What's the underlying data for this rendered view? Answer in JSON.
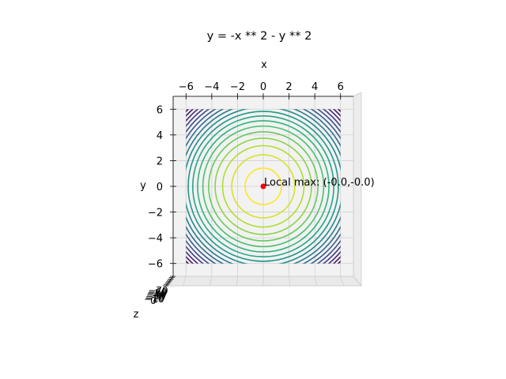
{
  "chart_data": {
    "type": "contour",
    "title": "y = -x ** 2 - y ** 2",
    "xlabel": "x",
    "ylabel": "y",
    "zlabel": "z",
    "xlim": [
      -7,
      7
    ],
    "ylim": [
      -7,
      7
    ],
    "xticks": [
      "−6",
      "−4",
      "−2",
      "0",
      "2",
      "4",
      "6"
    ],
    "yticks": [
      "−6",
      "−4",
      "−2",
      "0",
      "2",
      "4",
      "6"
    ],
    "xtick_values": [
      -6,
      -4,
      -2,
      0,
      2,
      4,
      6
    ],
    "ytick_values": [
      -6,
      -4,
      -2,
      0,
      2,
      4,
      6
    ],
    "ztick_labels": [
      "−70",
      "−60",
      "−50",
      "−40",
      "−30",
      "−20",
      "−10",
      "0"
    ],
    "function": "-x**2 - y**2",
    "domain": [
      -6,
      6
    ],
    "contour_levels": [
      -70,
      -66,
      -62,
      -58,
      -54,
      -50,
      -46,
      -42,
      -38,
      -34,
      -30,
      -26,
      -22,
      -18,
      -14,
      -10,
      -6,
      -2
    ],
    "colormap": "viridis",
    "marker": {
      "x": 0.0,
      "y": 0.0,
      "label": "Local max: (-0.0,-0.0)",
      "color": "#ff0000"
    },
    "grid": true,
    "pane_color": "#f2f2f2"
  }
}
